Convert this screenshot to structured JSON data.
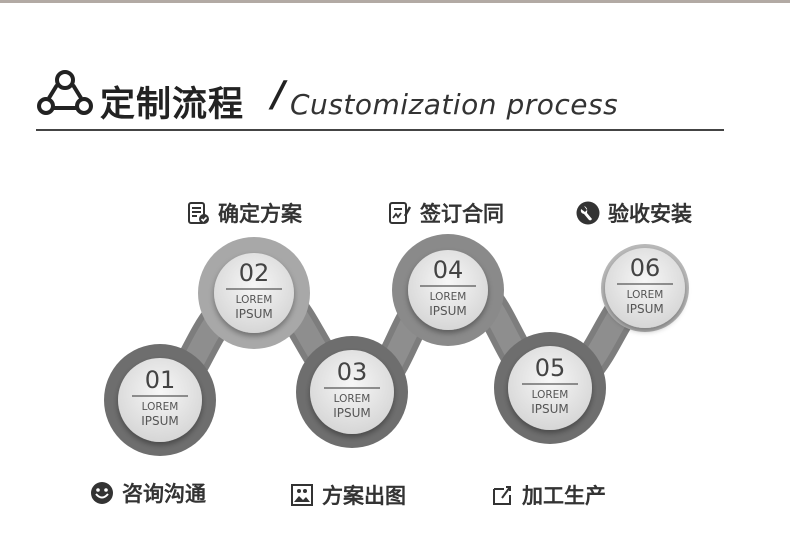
{
  "header": {
    "title_cn": "定制流程",
    "slash": "/",
    "title_en": "Customization process"
  },
  "steps": [
    {
      "number": "01",
      "label": "咨询沟通",
      "line1": "LOREM",
      "line2": "IPSUM",
      "icon": "smiley-icon"
    },
    {
      "number": "02",
      "label": "确定方案",
      "line1": "LOREM",
      "line2": "IPSUM",
      "icon": "document-check-icon"
    },
    {
      "number": "03",
      "label": "方案出图",
      "line1": "LOREM",
      "line2": "IPSUM",
      "icon": "image-icon"
    },
    {
      "number": "04",
      "label": "签订合同",
      "line1": "LOREM",
      "line2": "IPSUM",
      "icon": "signature-icon"
    },
    {
      "number": "05",
      "label": "加工生产",
      "line1": "LOREM",
      "line2": "IPSUM",
      "icon": "production-icon"
    },
    {
      "number": "06",
      "label": "验收安装",
      "line1": "LOREM",
      "line2": "IPSUM",
      "icon": "wrench-badge-icon"
    }
  ],
  "colors": {
    "ring_dark": "#6e6e6e",
    "ring_mid": "#8a8a8a",
    "ring_light": "#a8a8a8",
    "connector": "#7d7d7d",
    "disc": "#ebebeb",
    "text": "#333333"
  }
}
